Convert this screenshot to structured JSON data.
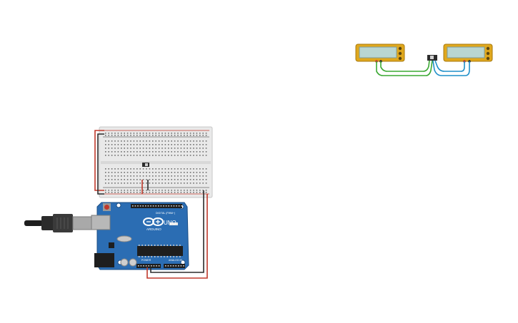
{
  "canvas": {
    "background": "#ffffff"
  },
  "colors": {
    "wire_red": "#c0392b",
    "wire_black": "#2b2b2b",
    "wire_green": "#3aa832",
    "wire_blue": "#1f8fc9",
    "meter_body": "#e0a81c",
    "meter_display": "#b9d6d1",
    "arduino_pcb": "#2b6db3",
    "breadboard": "#e9e9e9"
  },
  "meters": [
    {
      "name": "multimeter-left",
      "icon": "multimeter-icon"
    },
    {
      "name": "multimeter-right",
      "icon": "multimeter-icon"
    }
  ],
  "arduino": {
    "brand": "ARDUINO",
    "model": "UNO",
    "digital_label": "DIGITAL (PWM~)",
    "power_label": "POWER",
    "analog_label": "ANALOG IN",
    "icon": "arduino-infinity-icon"
  },
  "breadboard": {
    "icon": "breadboard-icon"
  },
  "switch": {
    "icon": "slide-switch-icon"
  },
  "usb": {
    "icon": "usb-plug-icon"
  }
}
